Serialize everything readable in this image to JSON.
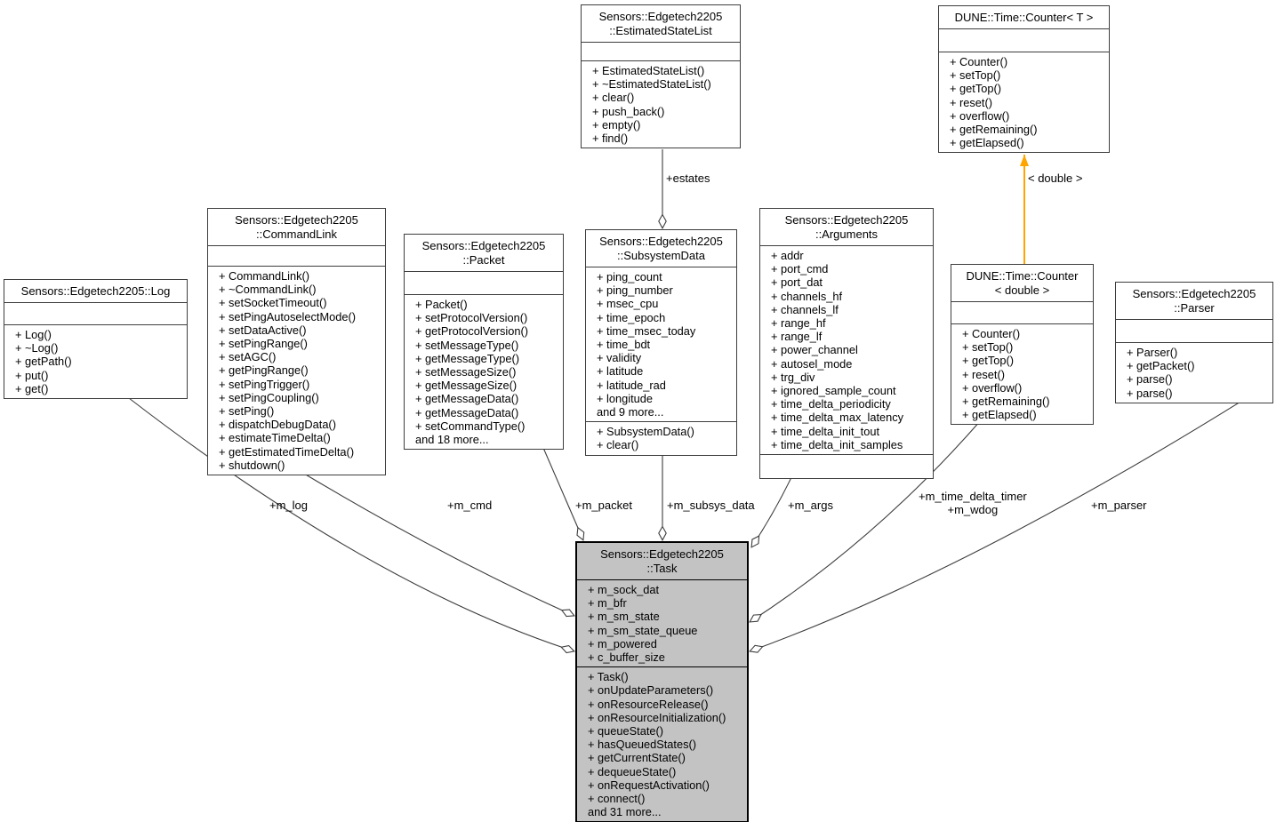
{
  "diagram": {
    "type": "uml-collaboration-diagram",
    "colors": {
      "background": "#ffffff",
      "node_fill": "#ffffff",
      "node_border": "#3d3d3d",
      "highlight_fill": "#c3c3c3",
      "highlight_border": "#000000",
      "edge": "#3d3d3d",
      "template_arrow": "#ffa500",
      "text": "#000000"
    }
  },
  "classes": [
    {
      "id": "estimated-state-list",
      "title_lines": [
        "Sensors::Edgetech2205",
        "::EstimatedStateList"
      ],
      "attributes": [],
      "methods": [
        "+ EstimatedStateList()",
        "+ ~EstimatedStateList()",
        "+ clear()",
        "+ push_back()",
        "+ empty()",
        "+ find()"
      ]
    },
    {
      "id": "counter-t",
      "title_lines": [
        "DUNE::Time::Counter< T >"
      ],
      "attributes": [],
      "methods": [
        "+ Counter()",
        "+ setTop()",
        "+ getTop()",
        "+ reset()",
        "+ overflow()",
        "+ getRemaining()",
        "+ getElapsed()"
      ]
    },
    {
      "id": "command-link",
      "title_lines": [
        "Sensors::Edgetech2205",
        "::CommandLink"
      ],
      "attributes": [],
      "methods": [
        "+ CommandLink()",
        "+ ~CommandLink()",
        "+ setSocketTimeout()",
        "+ setPingAutoselectMode()",
        "+ setDataActive()",
        "+ setPingRange()",
        "+ setAGC()",
        "+ getPingRange()",
        "+ setPingTrigger()",
        "+ setPingCoupling()",
        "+ setPing()",
        "+ dispatchDebugData()",
        "+ estimateTimeDelta()",
        "+ getEstimatedTimeDelta()",
        "+ shutdown()"
      ]
    },
    {
      "id": "log",
      "title_lines": [
        "Sensors::Edgetech2205::Log"
      ],
      "attributes": [],
      "methods": [
        "+ Log()",
        "+ ~Log()",
        "+ getPath()",
        "+ put()",
        "+ get()"
      ]
    },
    {
      "id": "packet",
      "title_lines": [
        "Sensors::Edgetech2205",
        "::Packet"
      ],
      "attributes": [],
      "methods": [
        "+ Packet()",
        "+ setProtocolVersion()",
        "+ getProtocolVersion()",
        "+ setMessageType()",
        "+ getMessageType()",
        "+ setMessageSize()",
        "+ getMessageSize()",
        "+ getMessageData()",
        "+ getMessageData()",
        "+ setCommandType()",
        "and 18 more..."
      ]
    },
    {
      "id": "subsystem-data",
      "title_lines": [
        "Sensors::Edgetech2205",
        "::SubsystemData"
      ],
      "attributes": [
        "+ ping_count",
        "+ ping_number",
        "+ msec_cpu",
        "+ time_epoch",
        "+ time_msec_today",
        "+ time_bdt",
        "+ validity",
        "+ latitude",
        "+ latitude_rad",
        "+ longitude",
        "and 9 more..."
      ],
      "methods": [
        "+ SubsystemData()",
        "+ clear()"
      ]
    },
    {
      "id": "arguments",
      "title_lines": [
        "Sensors::Edgetech2205",
        "::Arguments"
      ],
      "attributes": [
        "+ addr",
        "+ port_cmd",
        "+ port_dat",
        "+ channels_hf",
        "+ channels_lf",
        "+ range_hf",
        "+ range_lf",
        "+ power_channel",
        "+ autosel_mode",
        "+ trg_div",
        "+ ignored_sample_count",
        "+ time_delta_periodicity",
        "+ time_delta_max_latency",
        "+ time_delta_init_tout",
        "+ time_delta_init_samples"
      ],
      "methods": []
    },
    {
      "id": "counter-double",
      "title_lines": [
        "DUNE::Time::Counter",
        "< double >"
      ],
      "attributes": [],
      "methods": [
        "+ Counter()",
        "+ setTop()",
        "+ getTop()",
        "+ reset()",
        "+ overflow()",
        "+ getRemaining()",
        "+ getElapsed()"
      ]
    },
    {
      "id": "parser",
      "title_lines": [
        "Sensors::Edgetech2205",
        "::Parser"
      ],
      "attributes": [],
      "methods": [
        "+ Parser()",
        "+ getPacket()",
        "+ parse()",
        "+ parse()"
      ]
    },
    {
      "id": "task",
      "highlighted": true,
      "title_lines": [
        "Sensors::Edgetech2205",
        "::Task"
      ],
      "attributes": [
        "+ m_sock_dat",
        "+ m_bfr",
        "+ m_sm_state",
        "+ m_sm_state_queue",
        "+ m_powered",
        "+ c_buffer_size"
      ],
      "methods": [
        "+ Task()",
        "+ onUpdateParameters()",
        "+ onResourceRelease()",
        "+ onResourceInitialization()",
        "+ queueState()",
        "+ hasQueuedStates()",
        "+ getCurrentState()",
        "+ dequeueState()",
        "+ onRequestActivation()",
        "+ connect()",
        "and 31 more..."
      ]
    }
  ],
  "edges": [
    {
      "id": "estates",
      "relation": "aggregation",
      "label_lines": [
        "+estates"
      ]
    },
    {
      "id": "m_log",
      "relation": "aggregation",
      "label_lines": [
        "+m_log"
      ]
    },
    {
      "id": "m_cmd",
      "relation": "aggregation",
      "label_lines": [
        "+m_cmd"
      ]
    },
    {
      "id": "m_packet",
      "relation": "aggregation",
      "label_lines": [
        "+m_packet"
      ]
    },
    {
      "id": "m_subsys_data",
      "relation": "aggregation",
      "label_lines": [
        "+m_subsys_data"
      ]
    },
    {
      "id": "m_args",
      "relation": "aggregation",
      "label_lines": [
        "+m_args"
      ]
    },
    {
      "id": "m_timers",
      "relation": "aggregation",
      "label_lines": [
        "+m_time_delta_timer",
        "+m_wdog"
      ]
    },
    {
      "id": "m_parser",
      "relation": "aggregation",
      "label_lines": [
        "+m_parser"
      ]
    },
    {
      "id": "template-instance",
      "relation": "template-instantiation",
      "label_lines": [
        "< double >"
      ]
    }
  ]
}
